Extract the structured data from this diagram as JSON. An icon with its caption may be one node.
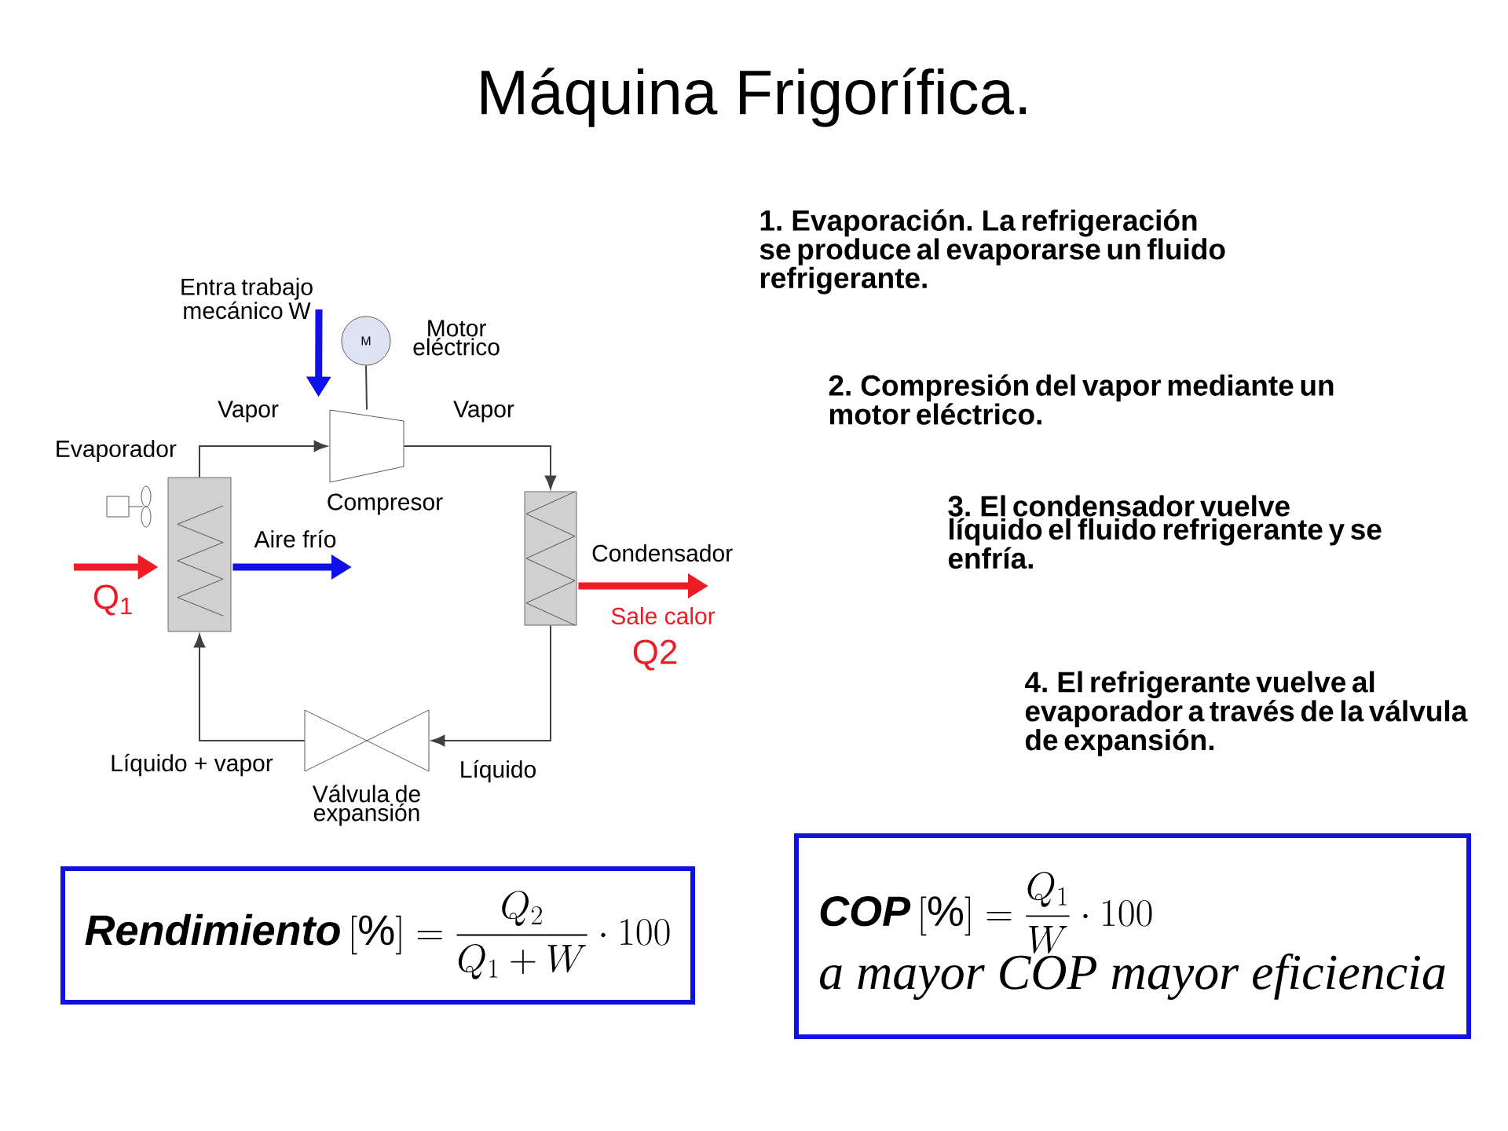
{
  "diagram": {
    "title": "Máquina Frigorífica.",
    "nodes": [
      {
        "text": [
          "Evaporador"
        ]
      },
      {
        "text": [
          "Compresor"
        ]
      },
      {
        "text": [
          "Condensador"
        ]
      },
      {
        "text": [
          "Válvula de expansión"
        ]
      },
      {
        "text": [
          "M"
        ],
        "beside": [
          "Motor eléctrico"
        ]
      },
      {
        "text": [
          "\\textbf{\\textit{Rendimiento}}\\left[\\%\\right]=\\frac{Q_2}{Q_1+W}\\cdot 100"
        ]
      },
      {
        "text": [
          "\\textbf{\\textit{COP}}\\left[\\%\\right]=\\frac{Q_1}{W}\\cdot 100",
          "a mayor COP mayor eficiencia"
        ]
      }
    ],
    "edges": [
      {
        "from": 0,
        "to": 1,
        "arrow": "to",
        "label": "Vapor"
      },
      {
        "from": 1,
        "to": 2,
        "arrow": "to",
        "label": "Vapor"
      },
      {
        "from": 2,
        "to": 3,
        "arrow": "to",
        "label": "Líquido"
      },
      {
        "from": 3,
        "to": 0,
        "arrow": "to",
        "label": "Líquido + vapor"
      },
      {
        "from": 4,
        "to": 1,
        "arrow": "none"
      },
      {
        "from": null,
        "to": 1,
        "arrow": "to",
        "label": "Entra trabajo mecánico W",
        "style": "thick",
        "color": "#1010e8"
      },
      {
        "from": null,
        "to": 0,
        "arrow": "to",
        "label": "Q$_{1}$",
        "style": "thick",
        "color": "#ee1c25"
      },
      {
        "from": 0,
        "to": null,
        "arrow": "to",
        "label": "Aire frío",
        "style": "thick",
        "color": "#1010e8"
      },
      {
        "from": 2,
        "to": null,
        "arrow": "to",
        "label": "Sale calor",
        "style": "thick",
        "color": "#ee1c25"
      }
    ],
    "labels": [
      "1. Evaporación. La refrigeración se produce al evaporarse un fluido refrigerante.",
      "2. Compresión del vapor mediante un motor eléctrico.",
      "3. El condensador vuelve líquido el fluido refrigerante y se enfría.",
      "4. El refrigerante vuelve al evaporador a través de la válvula de expansión.",
      "Q2"
    ]
  }
}
